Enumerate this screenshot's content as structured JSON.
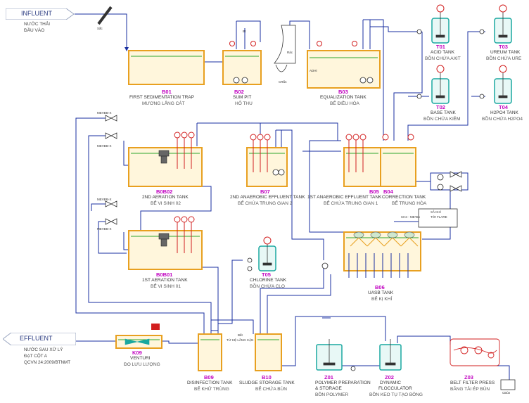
{
  "io": {
    "influent_title": "INFLUENT",
    "influent_sub1": "NƯỚC THẢI",
    "influent_sub2": "ĐẦU VÀO",
    "effluent_title": "EFFLUENT",
    "effluent_sub1": "NƯỚC SAU XỬ LÝ",
    "effluent_sub2": "ĐẠT CỘT A",
    "effluent_sub3": "QCVN 24:2009/BTNMT"
  },
  "units": {
    "b01": {
      "code": "B01",
      "name": "FIRST SEDIMENTATION TRAP",
      "vn": "MƯƠNG LẮNG CÁT"
    },
    "b02": {
      "code": "B02",
      "name": "SUM PIT",
      "vn": "HỐ THU"
    },
    "b03": {
      "code": "B03",
      "name": "EQUALIZATION TANK",
      "vn": "BỂ ĐIỀU HÒA"
    },
    "t01": {
      "code": "T01",
      "name": "ACID TANK",
      "vn": "BỒN CHỨA AXIT"
    },
    "t02": {
      "code": "T02",
      "name": "BASE TANK",
      "vn": "BỒN CHỨA KIỀM"
    },
    "t03": {
      "code": "T03",
      "name": "UREUM TANK",
      "vn": "BỒN CHỨA URE"
    },
    "t04": {
      "code": "T04",
      "name": "H2PO4 TANK",
      "vn": "BỒN CHỨA H2PO4"
    },
    "b0b02": {
      "code": "B0B02",
      "name": "2ND AERATION TANK",
      "vn": "BỂ VI SINH 02"
    },
    "b07": {
      "code": "B07",
      "name": "2ND ANAEROBIC EFFLUENT TANK",
      "vn": "BỂ CHỨA TRUNG GIAN 2"
    },
    "b05": {
      "code": "B05",
      "name": "1ST ANAEROBIC EFFLUENT TANK",
      "vn": "BỂ CHỨA TRUNG GIAN 1"
    },
    "b04": {
      "code": "B04",
      "name": "CORRECTION TANK",
      "vn": "BỂ TRUNG HÒA"
    },
    "b0b01": {
      "code": "B0B01",
      "name": "1ST AERATION TANK",
      "vn": "BỂ VI SINH 01"
    },
    "t05": {
      "code": "T05",
      "name": "CHLORINE TANK",
      "vn": "BỒN CHỨA CLO"
    },
    "b06": {
      "code": "B06",
      "name": "UASB TANK",
      "vn": "BỂ KỊ KHÍ"
    },
    "k09": {
      "code": "K09",
      "name": "VENTURI",
      "vn": "ĐO LƯU LƯỢNG"
    },
    "b09": {
      "code": "B09",
      "name": "DISINFECTION TANK",
      "vn": "BỂ KHỬ TRÙNG"
    },
    "b10": {
      "code": "B10",
      "name": "SLUDGE STORAGE TANK",
      "vn": "BỂ CHỨA BÙN"
    },
    "z01": {
      "code": "Z01",
      "name": "POLYMER PREPARATION",
      "name2": "& STORAGE",
      "vn": "BỒN POLYMER"
    },
    "z02": {
      "code": "Z02",
      "name": "DYNAMIC",
      "name2": "FLOCCULATOR",
      "vn": "BỒN KEO TỤ TẠO BÔNG"
    },
    "z03": {
      "code": "Z03",
      "name": "BELT FILTER PRESS",
      "vn": "BĂNG TẢI ÉP BÙN"
    }
  },
  "small_labels": {
    "sac": "Sắc",
    "rac": "Rác",
    "cran": "CRắn",
    "xa_khi": "XẢ KHÍ",
    "to_flare": "TỚI FLARE",
    "ch4": "CH4 - METan",
    "bet": "Bết",
    "tuhe_lang_can": "TỪ HỆ LẮNG CẶN",
    "mev1": "MEVĐB-X",
    "mev2": "MEVĐB-X",
    "mev3": "MEVĐB-X",
    "mev4": "MEVĐB-X",
    "cbun": "CBùn",
    "adhi": "ADHi",
    "bt": "Bt"
  },
  "colors": {
    "tank_border": "#e8a020",
    "tank_fill": "#fff6dc",
    "pipe": "#1a2fa0",
    "water": "#2ca52c",
    "instrument": "#d21f1f",
    "dosing_tank": "#1aa8a0",
    "io_arrow": "#aab4cc"
  }
}
